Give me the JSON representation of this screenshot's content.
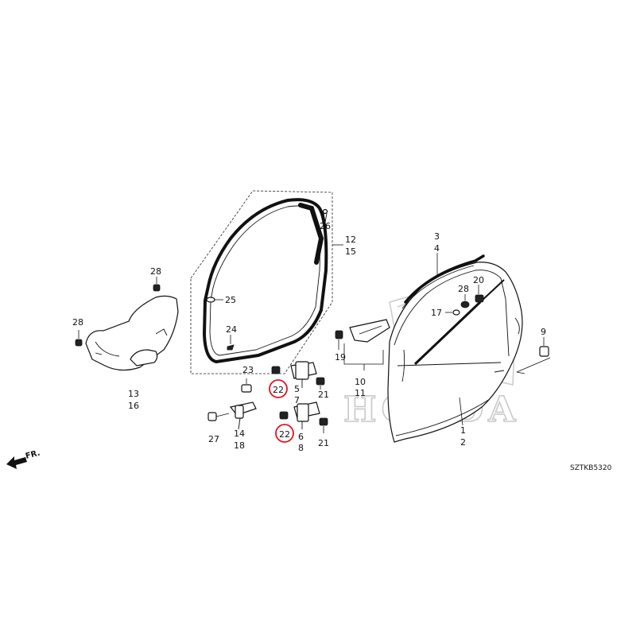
{
  "diagram_code": "SZTKB5320",
  "direction_label": "FR.",
  "watermark": {
    "brand_text": "HONDA",
    "logo_icon": "honda-h-logo-icon"
  },
  "colors": {
    "highlight": "#e0141e",
    "line": "#111111",
    "watermark": "#c9c9c9"
  },
  "callouts": {
    "c1": "1",
    "c2": "2",
    "c3": "3",
    "c4": "4",
    "c5": "5",
    "c6": "6",
    "c7": "7",
    "c8": "8",
    "c9": "9",
    "c10": "10",
    "c11": "11",
    "c12": "12",
    "c13": "13",
    "c14": "14",
    "c15": "15",
    "c16": "16",
    "c17": "17",
    "c18": "18",
    "c19": "19",
    "c20": "20",
    "c21a": "21",
    "c21b": "21",
    "c22a": "22",
    "c22b": "22",
    "c23": "23",
    "c24": "24",
    "c25": "25",
    "c26": "26",
    "c27": "27",
    "c28a": "28",
    "c28b": "28",
    "c28c": "28"
  },
  "highlighted_parts": [
    "22"
  ]
}
